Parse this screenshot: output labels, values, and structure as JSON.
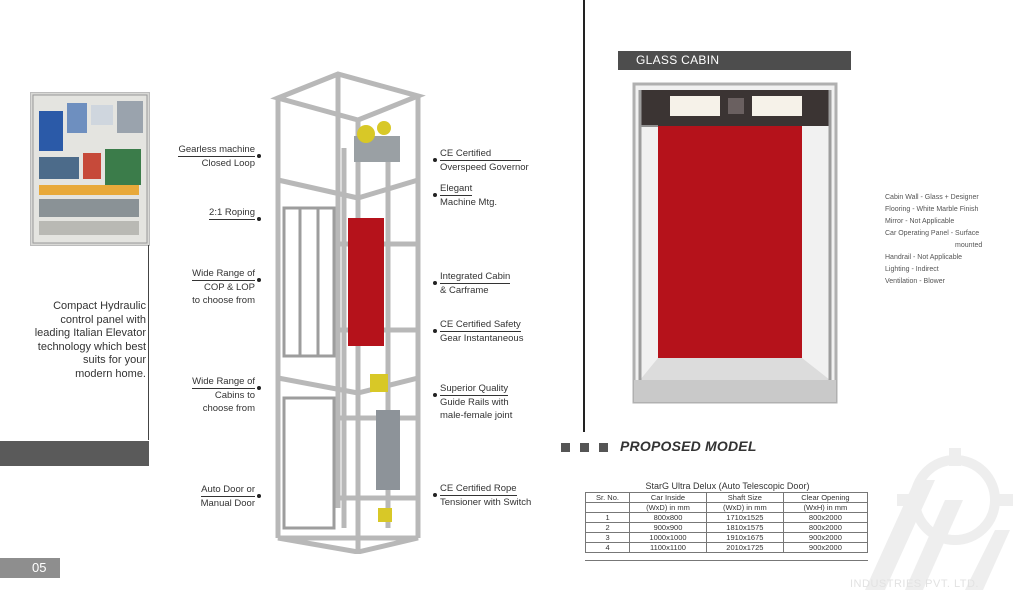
{
  "left": {
    "description": [
      "Compact Hydraulic",
      "control panel with",
      "leading Italian Elevator",
      "technology which best",
      "suits for your",
      "modern home."
    ],
    "page_number": "05"
  },
  "callouts_left": [
    {
      "line1": "Gearless machine",
      "line2": "Closed Loop"
    },
    {
      "line1": "2:1 Roping",
      "line2": ""
    },
    {
      "line1": "Wide Range of",
      "line2": "COP & LOP",
      "line3": "to choose from"
    },
    {
      "line1": "Wide Range of",
      "line2": "Cabins to",
      "line3": "choose from"
    },
    {
      "line1": "Auto Door or",
      "line2": "Manual Door"
    }
  ],
  "callouts_right": [
    {
      "line1": "CE Certified",
      "line2": "Overspeed Governor"
    },
    {
      "line1": "Elegant",
      "line2": "Machine Mtg."
    },
    {
      "line1": "Integrated Cabin",
      "line2": "& Carframe"
    },
    {
      "line1": "CE Certified Safety",
      "line2": "Gear Instantaneous"
    },
    {
      "line1": "Superior Quality",
      "line2": "Guide Rails with",
      "line3": "male-female joint"
    },
    {
      "line1": "CE Certified Rope",
      "line2": "Tensioner with Switch"
    }
  ],
  "glass_cabin": {
    "title": "GLASS CABIN",
    "specs": [
      "Cabin Wall - Glass + Designer",
      "Flooring - White Marble Finish",
      "Mirror - Not Applicable",
      "Car Operating Panel - Surface",
      "mounted",
      "Handrail - Not Applicable",
      "Lighting - Indirect",
      "Ventilation - Blower"
    ]
  },
  "proposed": {
    "title": "PROPOSED MODEL",
    "table_title": "StarG Ultra Delux (Auto Telescopic Door)",
    "headers": [
      "Sr. No.",
      "Car Inside",
      "Shaft Size",
      "Clear Opening"
    ],
    "subheaders": [
      "",
      "(WxD) in mm",
      "(WxD) in mm",
      "(WxH) in mm"
    ],
    "rows": [
      [
        "1",
        "800x800",
        "1710x1525",
        "800x2000"
      ],
      [
        "2",
        "900x900",
        "1810x1575",
        "800x2000"
      ],
      [
        "3",
        "1000x1000",
        "1910x1675",
        "900x2000"
      ],
      [
        "4",
        "1100x1100",
        "2010x1725",
        "900x2000"
      ]
    ]
  },
  "watermark": {
    "text": "INDUSTRIES PVT. LTD."
  },
  "colors": {
    "cabin_red": "#b5121b",
    "header_gray": "#4d4d4d",
    "frame_gray": "#c9c9c9"
  }
}
